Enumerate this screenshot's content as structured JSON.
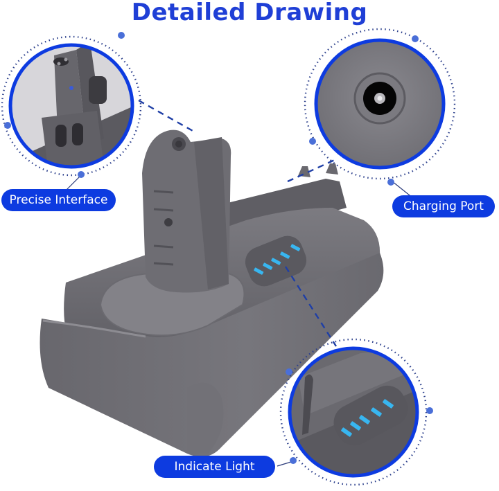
{
  "title": "Detailed Drawing",
  "callouts": {
    "interface": {
      "label": "Precise Interface"
    },
    "charging": {
      "label": "Charging Port"
    },
    "light": {
      "label": "Indicate Light"
    }
  },
  "colors": {
    "accent": "#0d3be0",
    "title": "#1f3fd6",
    "dot": "#4a6fd8",
    "body_gray": "#6f6e74",
    "body_dark": "#55545a",
    "led": "#38b6f0"
  },
  "indicator": {
    "led_count": 5
  }
}
